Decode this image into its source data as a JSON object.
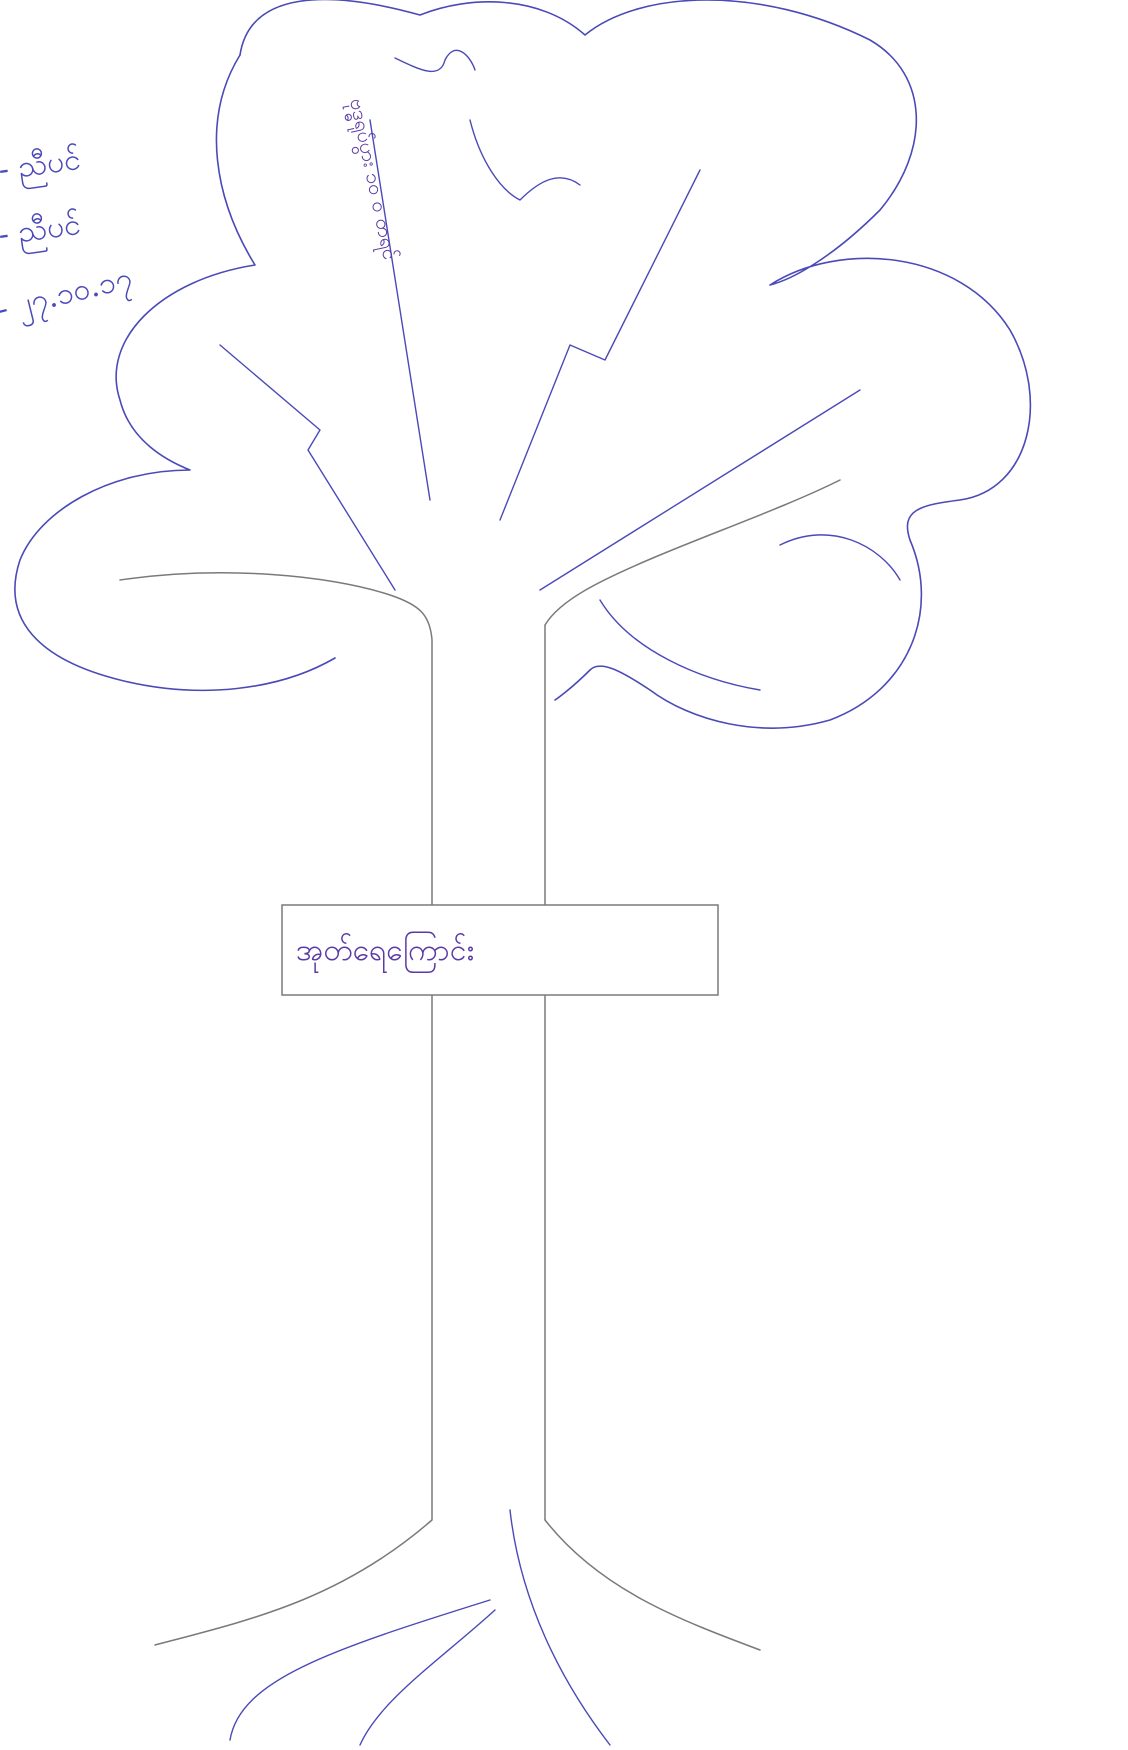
{
  "colors": {
    "paper": "#ffffff",
    "pen_blue": "#4a4ab8",
    "pen_purple": "#5b3aa6",
    "pencil_gray": "#7a7a7a"
  },
  "margin_notes": [
    {
      "text": "- ညီပင်"
    },
    {
      "text": "- ညီပင်"
    },
    {
      "text": "- ၂၇.၁၀.၁၇"
    }
  ],
  "trunk_label": {
    "text": "အုတ်ရေကြောင်း"
  },
  "branches": [
    {
      "text": "ဗုဒ္ဓရုပ်ပွား ၁၀ ၀ တရင်"
    },
    {
      "text": ""
    },
    {
      "text": ""
    },
    {
      "text": ""
    },
    {
      "text": ""
    }
  ],
  "roots": [
    {
      "text": ""
    },
    {
      "text": ""
    },
    {
      "text": ""
    }
  ]
}
